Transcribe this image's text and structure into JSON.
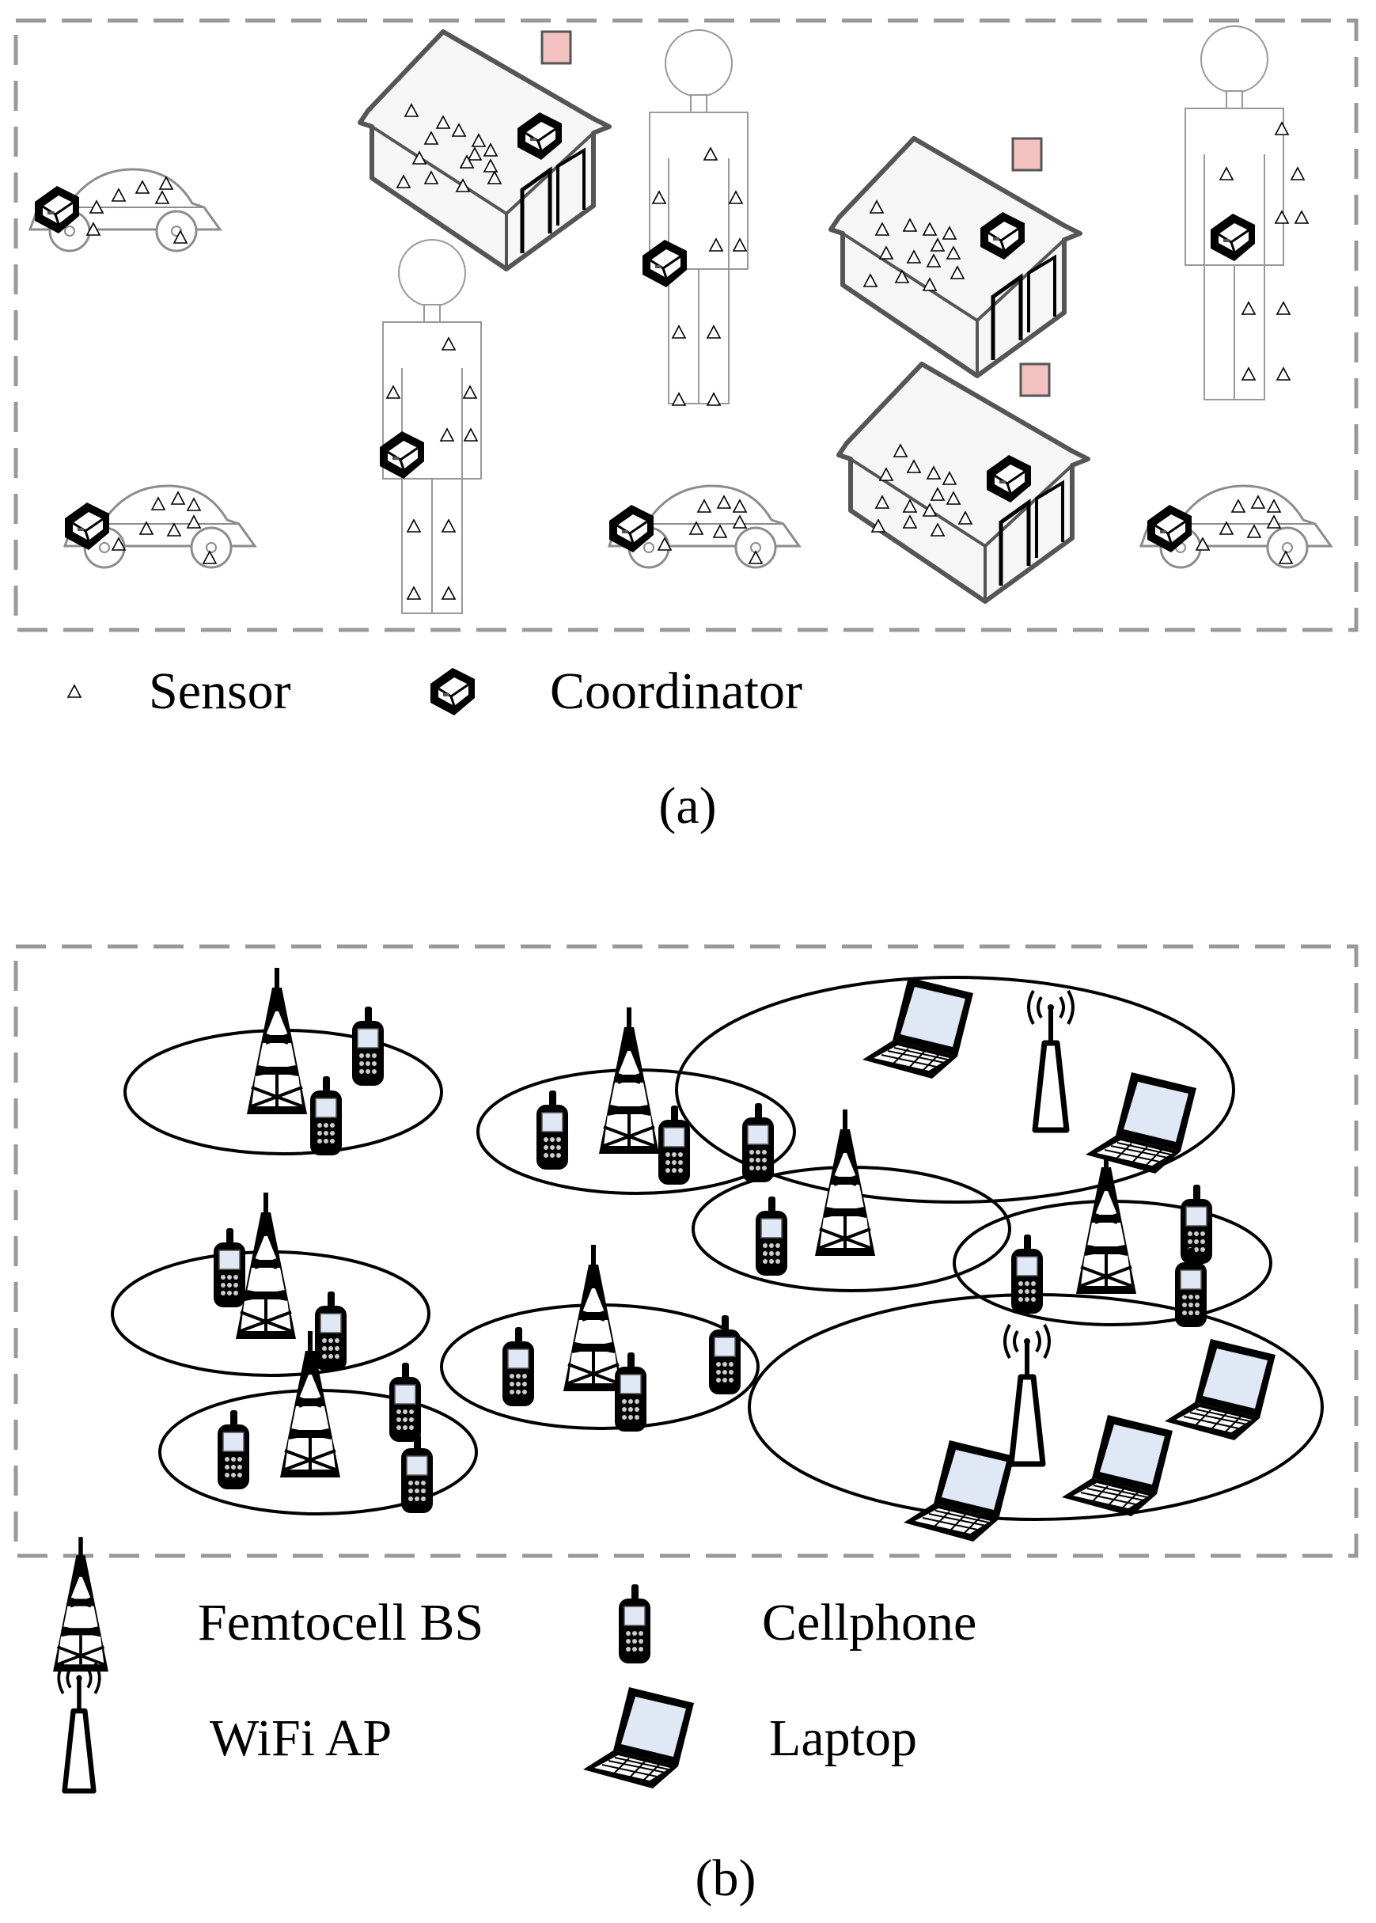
{
  "panel_a": {
    "legend": {
      "sensor_label": "Sensor",
      "coordinator_label": "Coordinator"
    },
    "caption": "(a)"
  },
  "panel_b": {
    "legend": {
      "femtocell_label": "Femtocell BS",
      "cellphone_label": "Cellphone",
      "wifi_label": "WiFi AP",
      "laptop_label": "Laptop"
    },
    "caption": "(b)"
  },
  "colors": {
    "frame": "#999999",
    "outline": "#555555",
    "chimney": "#f3c2c0",
    "screen": "#dfe8f4"
  }
}
